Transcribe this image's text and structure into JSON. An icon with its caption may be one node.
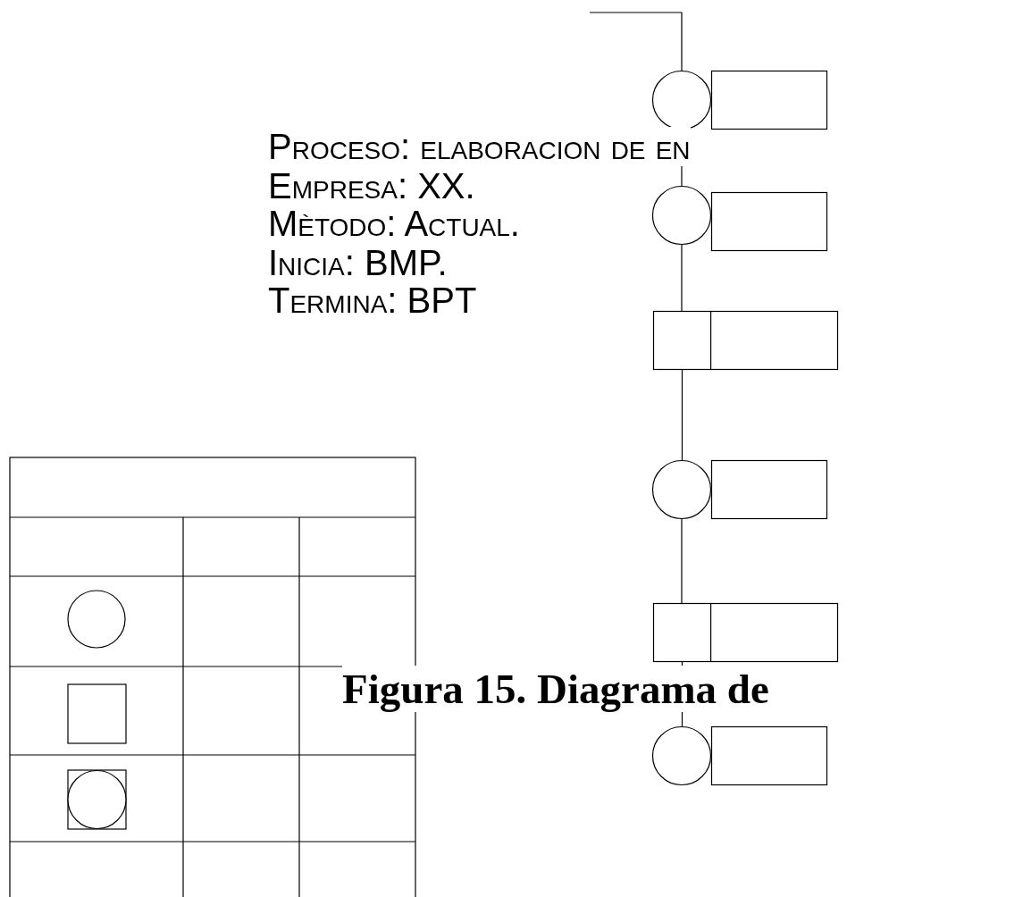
{
  "diagram": {
    "caption": "Figura 15. Diagrama de",
    "nodes": [
      {
        "text": [],
        "shape": "circle"
      },
      {
        "text": [],
        "shape": "circle"
      },
      {
        "text": [],
        "shape": "box"
      },
      {
        "text": [],
        "shape": "circle"
      },
      {
        "text": [],
        "shape": "box"
      },
      {
        "text": [],
        "shape": "circle"
      }
    ],
    "edges": [
      {
        "from": null,
        "to": 0,
        "arrow": "none"
      },
      {
        "from": 0,
        "to": 1,
        "arrow": "none"
      },
      {
        "from": 1,
        "to": 2,
        "arrow": "none"
      },
      {
        "from": 2,
        "to": 3,
        "arrow": "none"
      },
      {
        "from": 3,
        "to": 4,
        "arrow": "none"
      },
      {
        "from": 4,
        "to": 5,
        "arrow": "none"
      }
    ],
    "labels": [
      "Proceso: elaboracion de en",
      "Empresa: XX.",
      "Mètodo: Actual.",
      "Inicia: BMP.",
      "Termina: BPT"
    ]
  }
}
